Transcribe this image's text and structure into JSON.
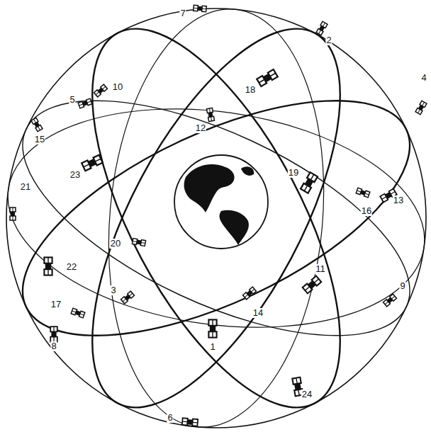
{
  "diagram": {
    "labels": [
      "7",
      "2",
      "10",
      "5",
      "18",
      "12",
      "15",
      "4",
      "23",
      "19",
      "13",
      "16",
      "21",
      "20",
      "22",
      "11",
      "9",
      "17",
      "3",
      "14",
      "1",
      "8",
      "24",
      "6"
    ]
  }
}
